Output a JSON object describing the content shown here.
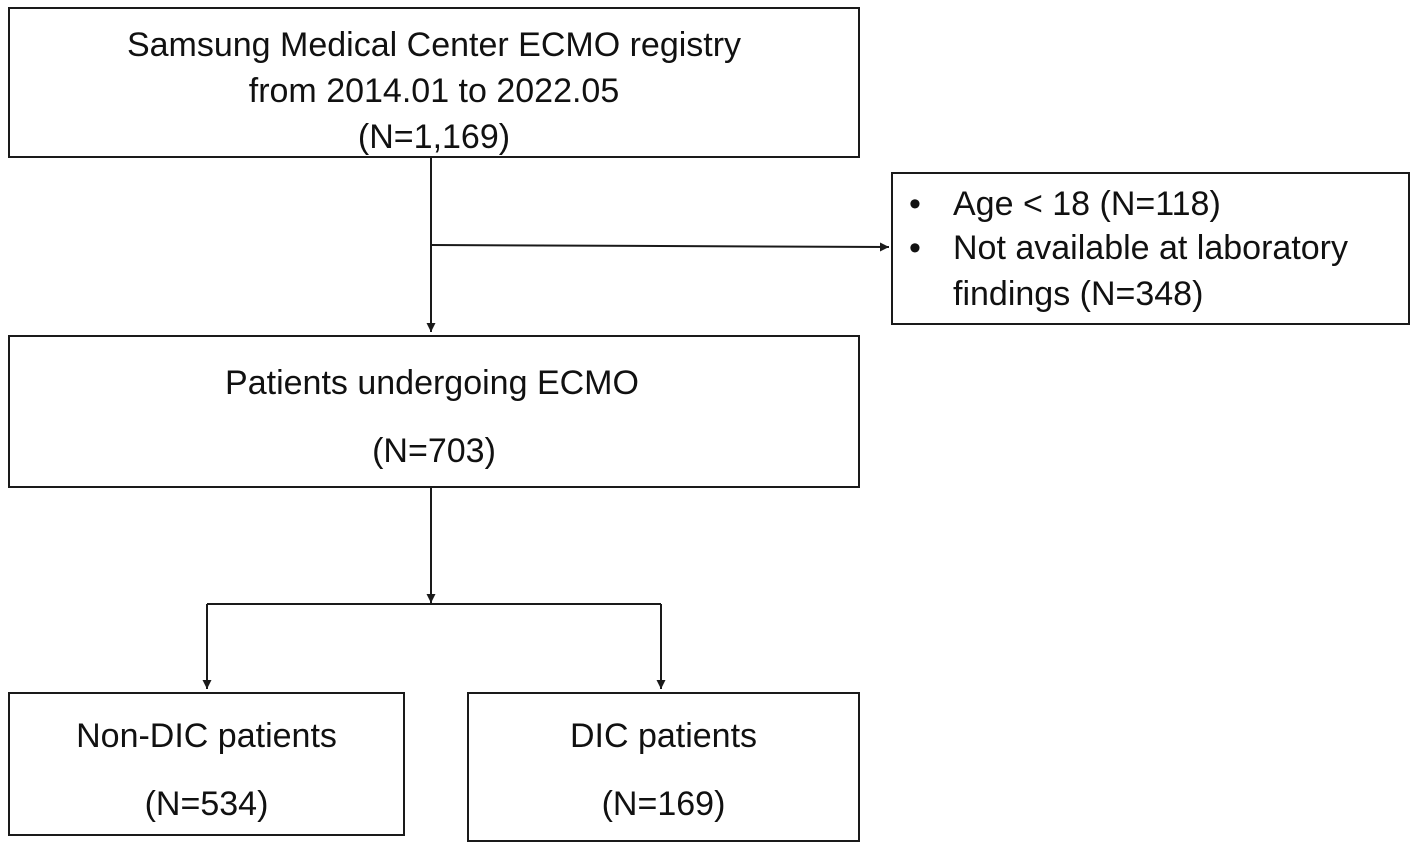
{
  "colors": {
    "line": "#1a1a1a",
    "text": "#111111",
    "background": "#ffffff"
  },
  "registry": {
    "line1": "Samsung Medical Center ECMO registry",
    "line2": "from 2014.01 to 2022.05",
    "count": "(N=1,169)"
  },
  "exclusion": {
    "bullet": "•",
    "items": [
      {
        "lines": [
          "Age < 18 (N=118)"
        ]
      },
      {
        "lines": [
          "Not available at laboratory",
          "findings (N=348)"
        ]
      }
    ]
  },
  "patients": {
    "label": "Patients undergoing ECMO",
    "count": "(N=703)"
  },
  "non_dic": {
    "label": "Non-DIC patients",
    "count": "(N=534)"
  },
  "dic": {
    "label": "DIC patients",
    "count": "(N=169)"
  }
}
